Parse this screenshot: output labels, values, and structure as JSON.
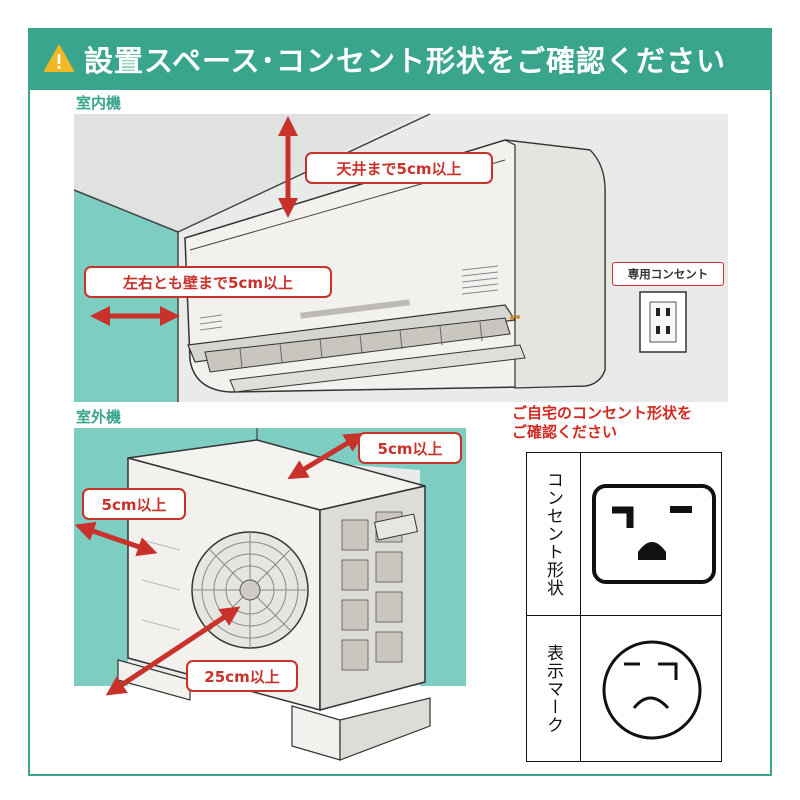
{
  "banner": {
    "title": "設置スペース･コンセント形状をご確認ください",
    "warning_icon": "warning-icon"
  },
  "indoor": {
    "section_label": "室内機",
    "ceiling_callout": "天井まで5cm以上",
    "side_callout": "左右とも壁まで5cm以上",
    "outlet_label": "専用コンセント"
  },
  "outdoor": {
    "section_label": "室外機",
    "back_callout": "5cm以上",
    "side_callout": "5cm以上",
    "front_callout": "25cm以上"
  },
  "outlet_check": {
    "prompt_line1": "ご自宅のコンセント形状を",
    "prompt_line2": "ご確認ください",
    "row1_label": "コンセント形状",
    "row2_label": "表示マーク"
  },
  "colors": {
    "teal": "#3aa58d",
    "wall": "#7ecdc3",
    "red": "#c9312b",
    "unit_white": "#f2f1ee"
  }
}
